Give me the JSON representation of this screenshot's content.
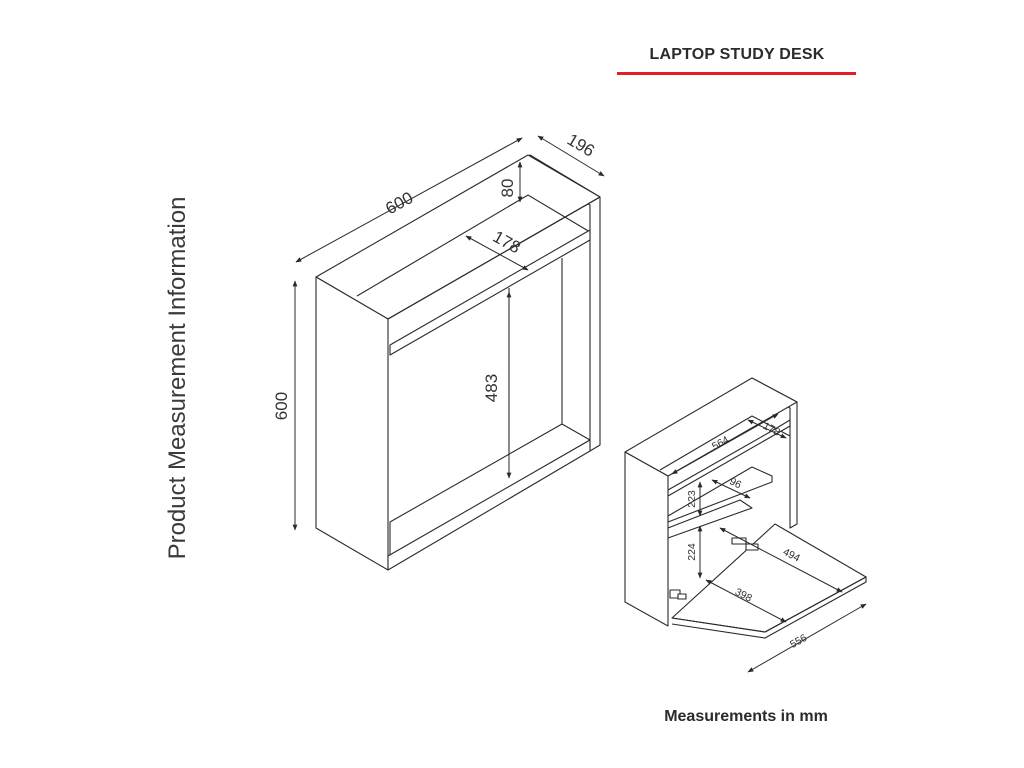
{
  "header": {
    "title": "LAPTOP STUDY DESK"
  },
  "side_label": "Product Measurement Information",
  "footer": {
    "note": "Measurements in mm"
  },
  "closed_view": {
    "dims": {
      "width": "600",
      "depth": "196",
      "height": "600",
      "top_gap": "80",
      "shelf_depth": "178",
      "inner_height": "483"
    }
  },
  "open_view": {
    "dims": {
      "top_depth": "178",
      "inner_width": "564",
      "shelf_depth": "96",
      "upper_height": "223",
      "lower_height": "224",
      "flap_depth": "494",
      "inner_floor": "398",
      "flap_width": "556"
    }
  },
  "colors": {
    "accent": "#e31e24",
    "line": "#2a2a2a"
  }
}
